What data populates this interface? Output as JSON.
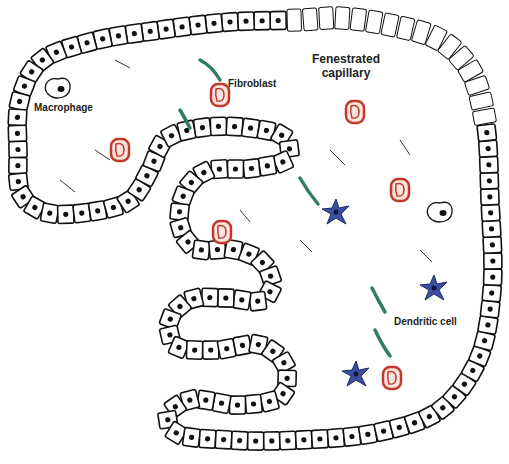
{
  "diagram": {
    "labels": [
      "Macrophage",
      "Fibroblast",
      "Fenestrated capillary",
      "Dendritic cell"
    ]
  }
}
